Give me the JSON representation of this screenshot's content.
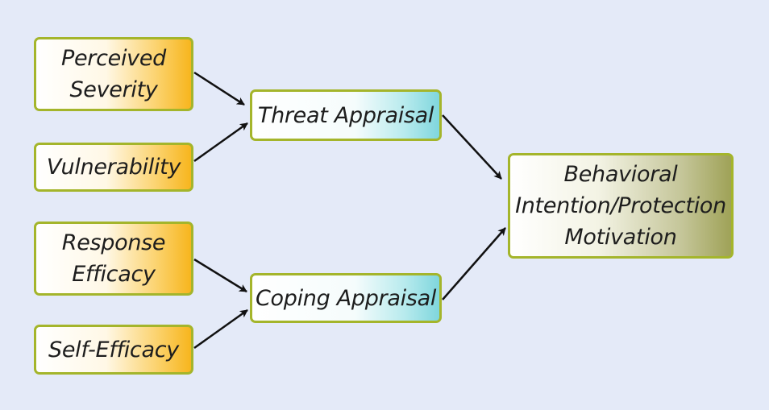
{
  "diagram": {
    "nodes": {
      "perceived_severity": "Perceived\nSeverity",
      "vulnerability": "Vulnerability",
      "response_efficacy": "Response\nEfficacy",
      "self_efficacy": "Self-Efficacy",
      "threat_appraisal": "Threat Appraisal",
      "coping_appraisal": "Coping Appraisal",
      "outcome": "Behavioral\nIntention/Protection\nMotivation"
    },
    "edges": [
      {
        "from": "Perceived Severity",
        "to": "Threat Appraisal"
      },
      {
        "from": "Vulnerability",
        "to": "Threat Appraisal"
      },
      {
        "from": "Response Efficacy",
        "to": "Coping Appraisal"
      },
      {
        "from": "Self-Efficacy",
        "to": "Coping Appraisal"
      },
      {
        "from": "Threat Appraisal",
        "to": "Behavioral Intention/Protection Motivation"
      },
      {
        "from": "Coping Appraisal",
        "to": "Behavioral Intention/Protection Motivation"
      }
    ],
    "colors": {
      "background": "#e4eaf8",
      "border": "#a4b52b",
      "input_fill": "#f7b51d",
      "appraisal_fill": "#7fd6dd",
      "outcome_fill": "#9fa257",
      "arrow": "#111111"
    }
  }
}
